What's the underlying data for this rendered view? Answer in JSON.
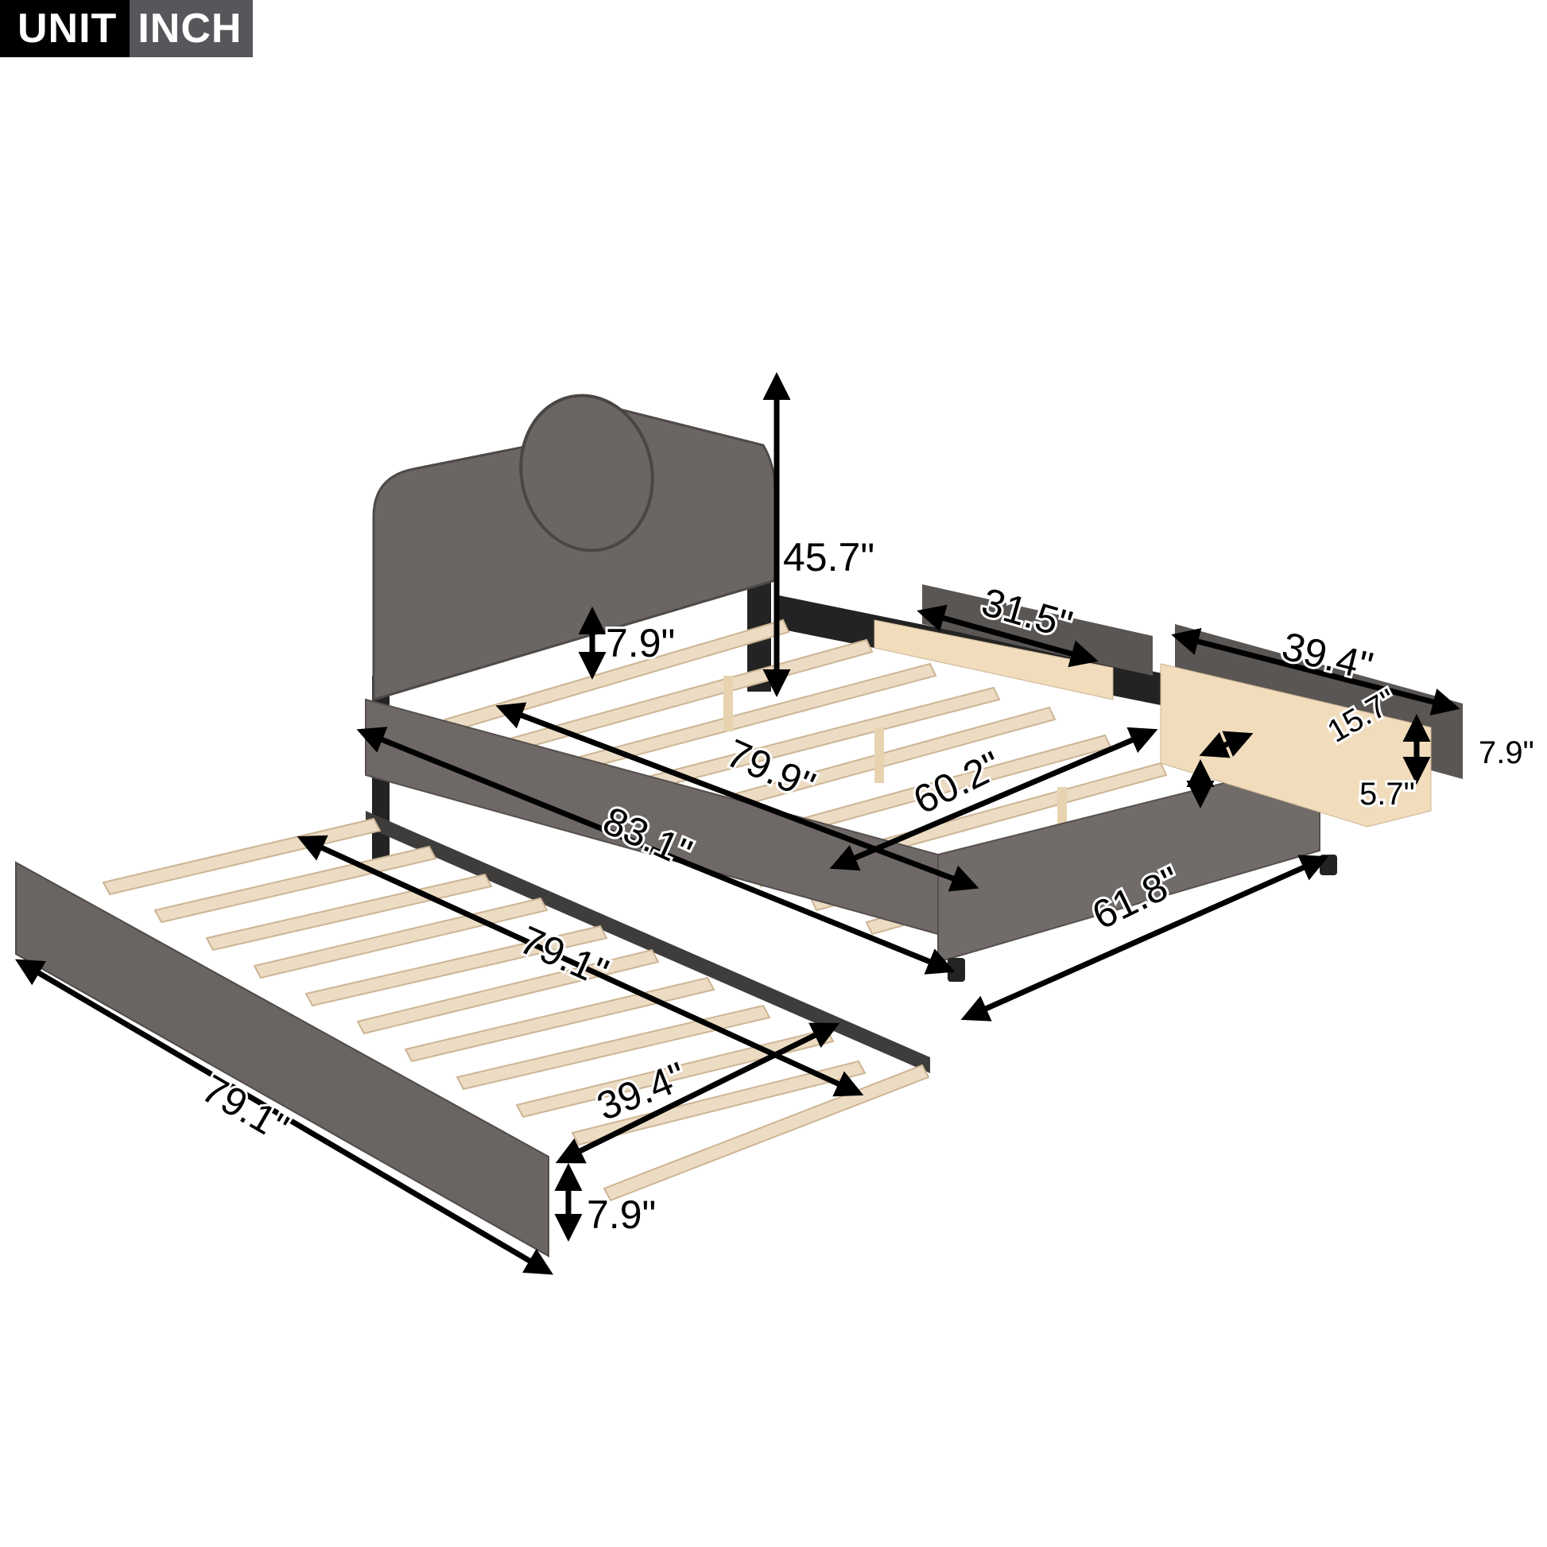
{
  "badge": {
    "key": "UNIT",
    "value": "INCH"
  },
  "colors": {
    "upholstery": "#6b6663",
    "upholstery_dark": "#3c3a39",
    "frame_black": "#232323",
    "slat_wood": "#ecdcc4",
    "slat_edge": "#cdb594",
    "drawer_wood": "#f1dcbc",
    "arrow": "#000000"
  },
  "dimensions": {
    "headboard_total_height": "45.7\"",
    "headboard_clearance": "7.9\"",
    "drawer_left_length": "31.5\"",
    "drawer_right_length": "39.4\"",
    "drawer_depth": "15.7\"",
    "drawer_panel_height": "7.9\"",
    "drawer_box_height": "5.7\"",
    "inner_length": "79.9\"",
    "inner_width": "60.2\"",
    "overall_length": "83.1\"",
    "overall_width": "61.8\"",
    "trundle_inner_length": "79.1\"",
    "trundle_width": "39.4\"",
    "trundle_outer_length": "79.1\"",
    "trundle_height": "7.9\""
  }
}
